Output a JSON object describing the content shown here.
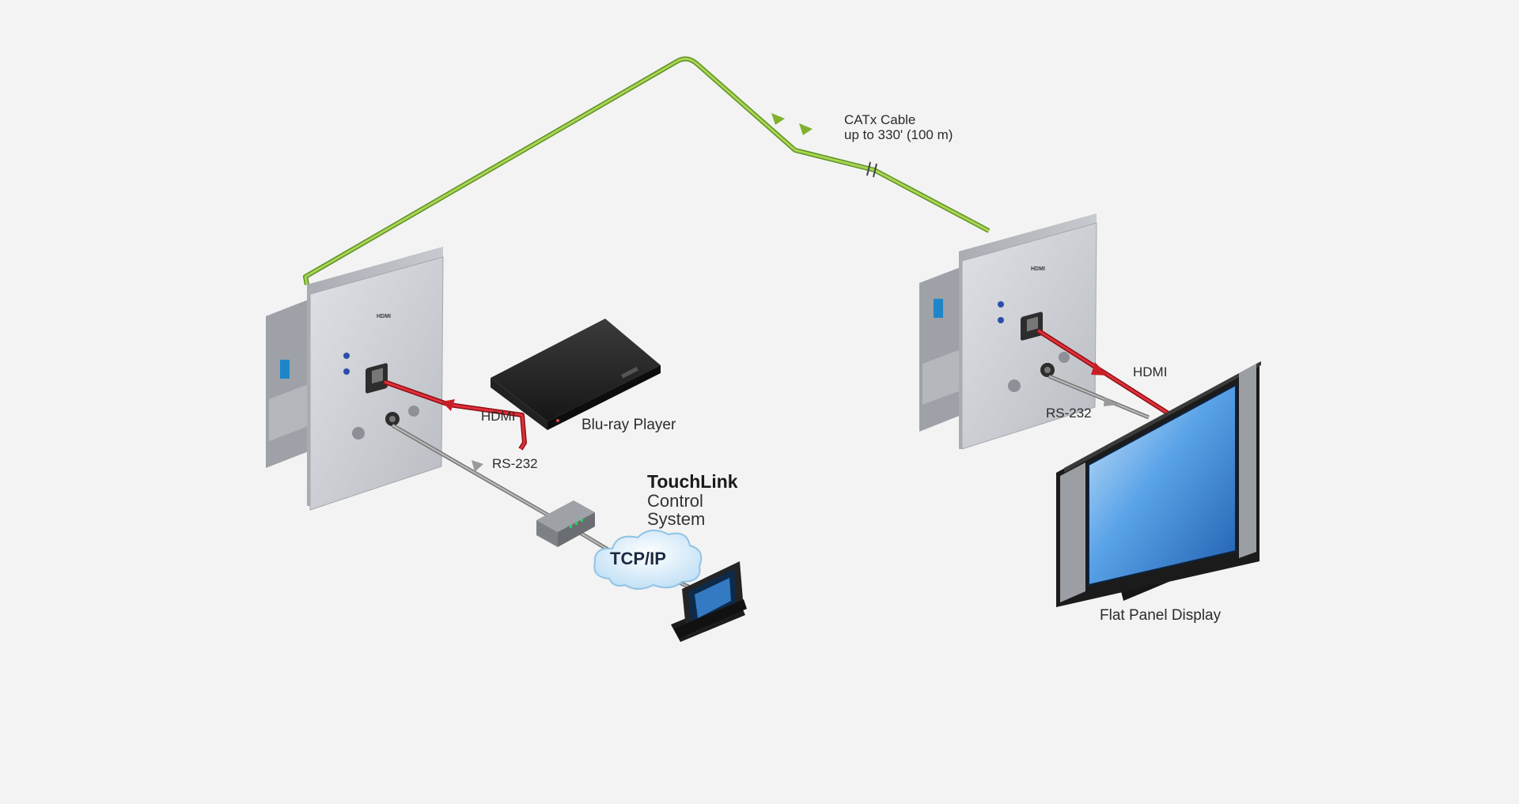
{
  "colors": {
    "background": "#f3f3f3",
    "catx_cable": "#8fbf3a",
    "hdmi_cable": "#d8242b",
    "rs232_cable": "#9a9a9a",
    "plate": "#c9ccd1",
    "screen": "#3f86d8",
    "cloud": "#cfe6f7"
  },
  "labels": {
    "catx_line1": "CATx Cable",
    "catx_line2": "up to 330' (100 m)",
    "hdmi_left": "HDMI",
    "hdmi_right": "HDMI",
    "rs232_left": "RS-232",
    "rs232_right": "RS-232",
    "bluray": "Blu-ray Player",
    "touchlink_title": "TouchLink",
    "touchlink_line2": "Control",
    "touchlink_line3": "System",
    "tcpip": "TCP/IP",
    "flat_panel": "Flat Panel Display"
  },
  "plate_text": {
    "left_title": "HDMI",
    "right_title": "HDMI"
  },
  "icons": {
    "transmitter": "wall-plate-transmitter-icon",
    "receiver": "wall-plate-receiver-icon",
    "bluray": "bluray-player-icon",
    "control_processor": "control-processor-icon",
    "touchpanel": "touchpanel-icon",
    "cloud": "network-cloud-icon",
    "display": "flat-panel-display-icon"
  }
}
